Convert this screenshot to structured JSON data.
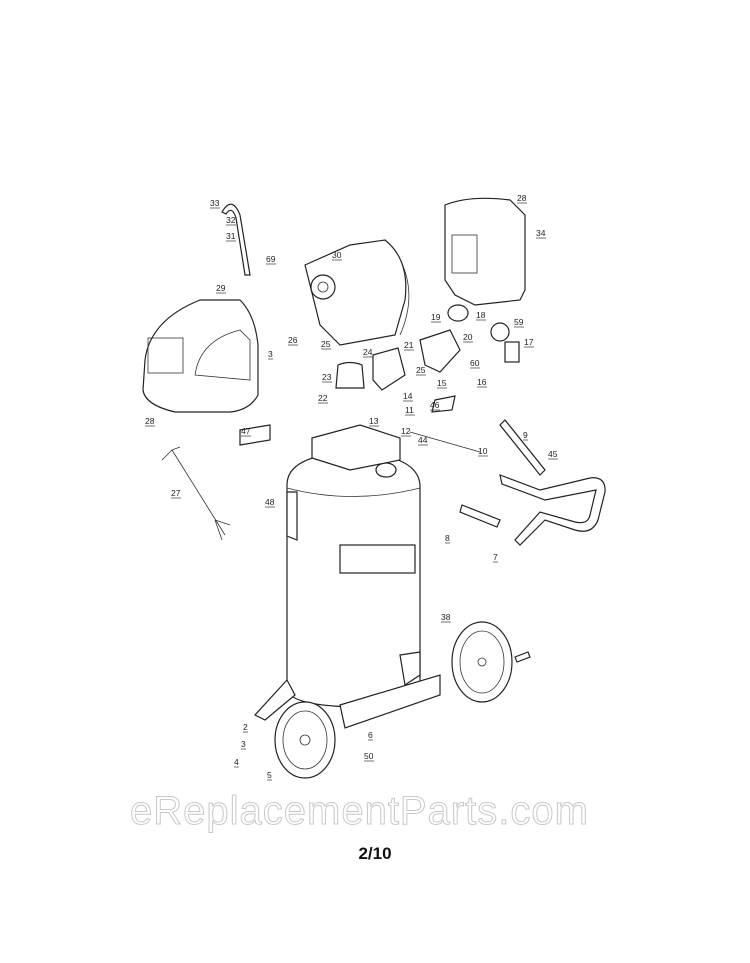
{
  "diagram": {
    "title": "Air compressor parts diagram",
    "part_labels": [
      "33",
      "32",
      "31",
      "28",
      "34",
      "69",
      "30",
      "29",
      "19",
      "18",
      "59",
      "26",
      "3",
      "25",
      "24",
      "21",
      "20",
      "17",
      "60",
      "23",
      "25",
      "15",
      "16",
      "22",
      "14",
      "11",
      "46",
      "28",
      "47",
      "13",
      "12",
      "44",
      "10",
      "9",
      "45",
      "27",
      "48",
      "8",
      "7",
      "38",
      "2",
      "3",
      "4",
      "5",
      "6",
      "50"
    ]
  },
  "watermark": "eReplacementParts.com",
  "page_number": "2/10"
}
